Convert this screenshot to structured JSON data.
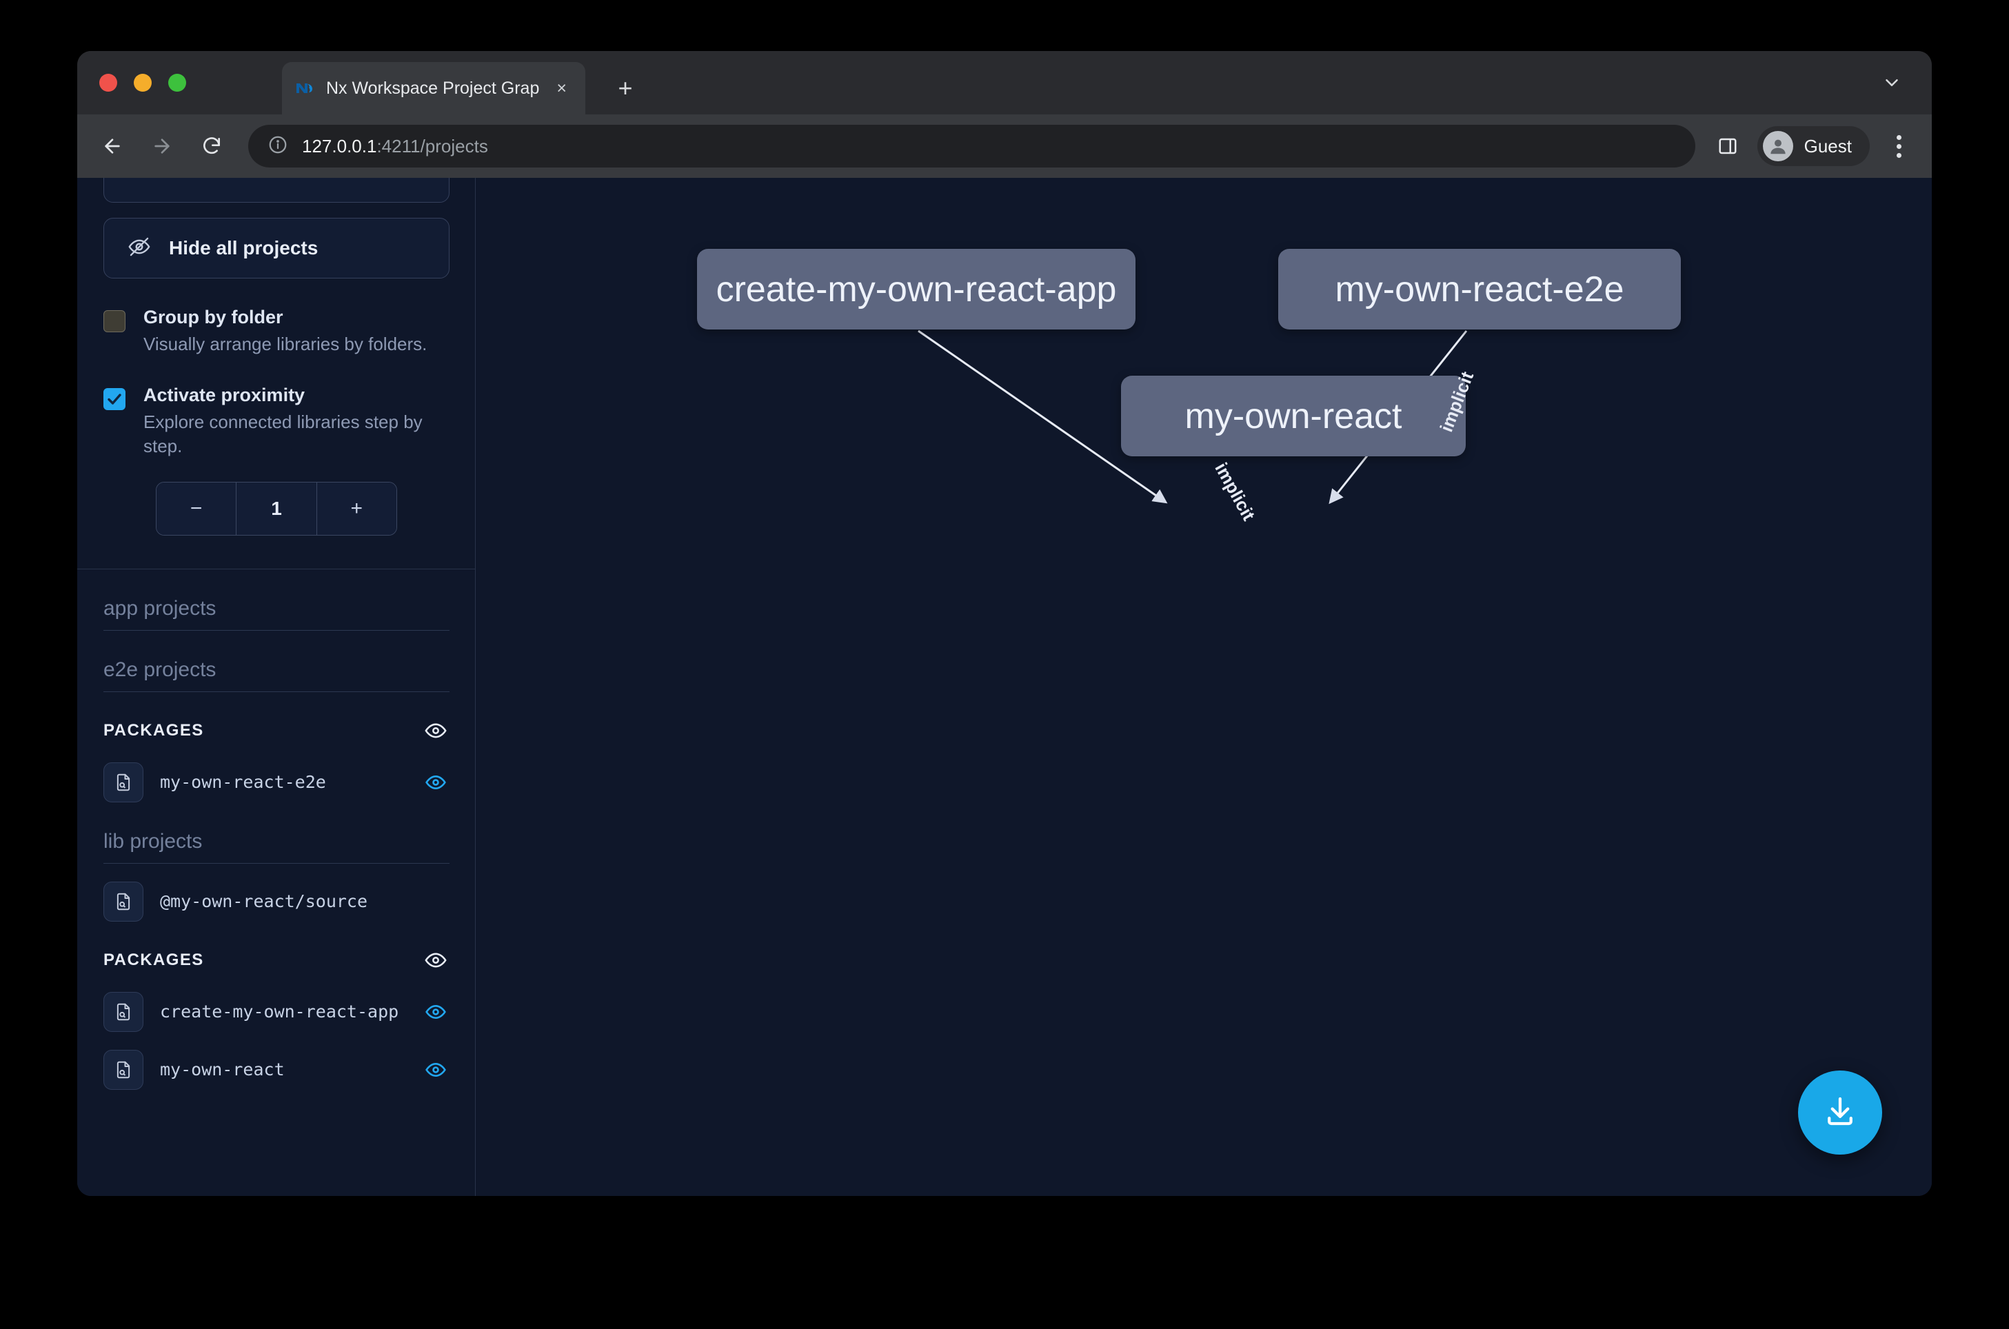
{
  "browser": {
    "tab": {
      "title": "Nx Workspace Project Graph",
      "favicon": "nx-logo-icon",
      "close_label": "×"
    },
    "new_tab_label": "+",
    "url": {
      "host": "127.0.0.1",
      "rest": ":4211/projects"
    },
    "profile": {
      "label": "Guest"
    },
    "icons": {
      "back": "back-arrow-icon",
      "forward": "forward-arrow-icon",
      "reload": "reload-icon",
      "site_info": "info-circle-icon",
      "side_panel": "side-panel-icon",
      "menu": "kebab-menu-icon",
      "tab_list": "chevron-down-icon"
    }
  },
  "sidebar": {
    "hide_all_button": {
      "label": "Hide all projects",
      "icon": "eye-slash-icon"
    },
    "options": [
      {
        "label": "Group by folder",
        "description": "Visually arrange libraries by folders.",
        "checked": false
      },
      {
        "label": "Activate proximity",
        "description": "Explore connected libraries step by step.",
        "checked": true
      }
    ],
    "stepper": {
      "decrement": "−",
      "value": "1",
      "increment": "+"
    },
    "groups": [
      {
        "title": "app projects"
      },
      {
        "title": "e2e projects"
      }
    ],
    "sections": [
      {
        "title": "PACKAGES",
        "after_group": "e2e projects",
        "items": [
          {
            "name": "my-own-react-e2e",
            "eye": true,
            "eye_active": true
          }
        ]
      },
      {
        "title": "lib projects",
        "is_group": true,
        "items": [
          {
            "name": "@my-own-react/source",
            "eye": false,
            "eye_active": false
          }
        ]
      },
      {
        "title": "PACKAGES",
        "items": [
          {
            "name": "create-my-own-react-app",
            "eye": true,
            "eye_active": true
          },
          {
            "name": "my-own-react",
            "eye": true,
            "eye_active": true
          }
        ]
      }
    ]
  },
  "graph": {
    "nodes": [
      {
        "id": "create-my-own-react-app",
        "label": "create-my-own-react-app"
      },
      {
        "id": "my-own-react-e2e",
        "label": "my-own-react-e2e"
      },
      {
        "id": "my-own-react",
        "label": "my-own-react"
      }
    ],
    "edges": [
      {
        "from": "create-my-own-react-app",
        "to": "my-own-react",
        "label": "implicit"
      },
      {
        "from": "my-own-react-e2e",
        "to": "my-own-react",
        "label": "implicit"
      }
    ],
    "download_button": {
      "icon": "download-icon"
    }
  },
  "colors": {
    "accent": "#22a7f0",
    "fab": "#19a8e8",
    "node_fill": "#5d6680",
    "page_bg": "#0f172a"
  }
}
